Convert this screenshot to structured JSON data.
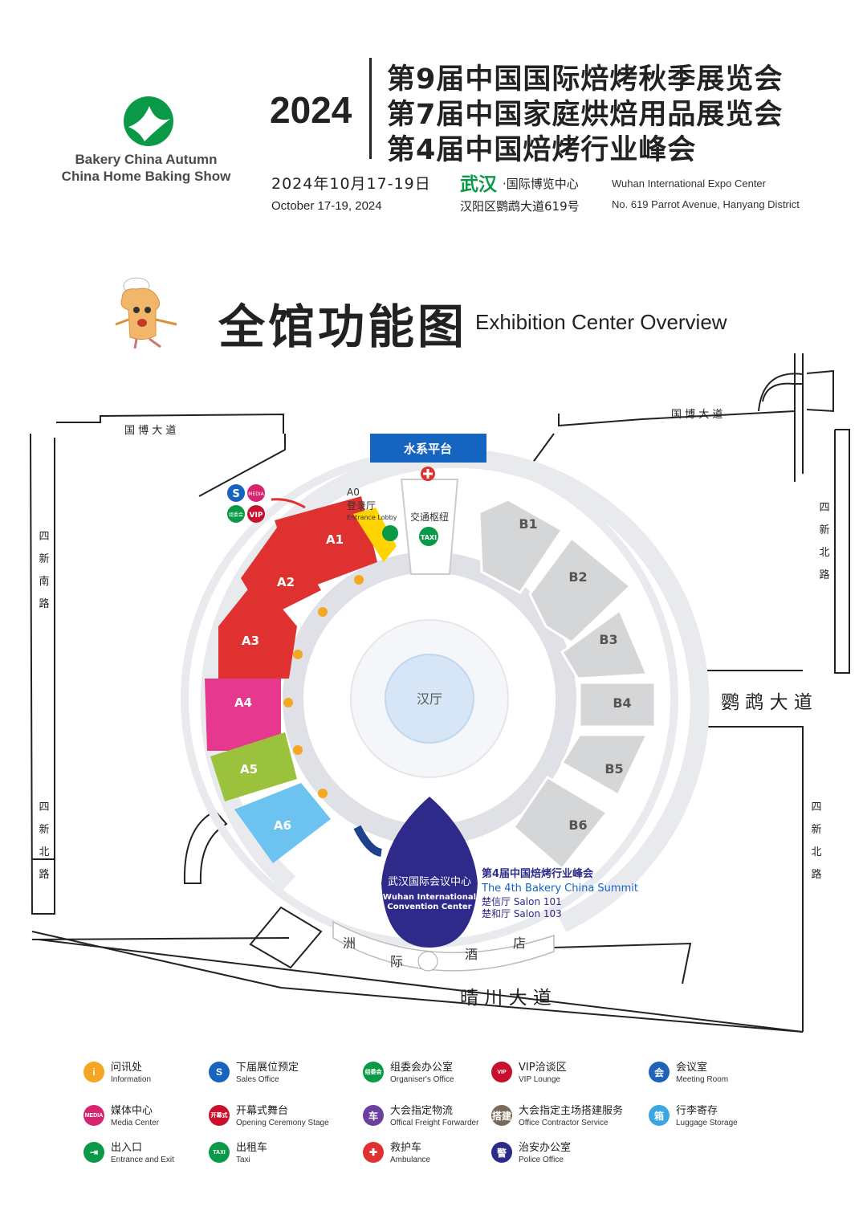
{
  "header": {
    "logo_line1": "Bakery China Autumn",
    "logo_line2": "China Home Baking Show",
    "year": "2024",
    "events": [
      "第9届中国国际焙烤秋季展览会",
      "第7届中国家庭烘焙用品展览会",
      "第4届中国焙烤行业峰会"
    ],
    "date_cn": "2024年10月17-19日",
    "date_en": "October 17-19, 2024",
    "city": "武汉",
    "venue_cn": "·国际博览中心",
    "venue_en": "Wuhan International Expo Center",
    "address_cn": "汉阳区鹦鹉大道619号",
    "address_en": "No. 619 Parrot Avenue, Hanyang District"
  },
  "title": {
    "cn": "全馆功能图",
    "en": "Exhibition Center Overview"
  },
  "map": {
    "roads": {
      "guobo_left": "国 博 大 道",
      "guobo_right": "国 博 大 道",
      "sixin_south": [
        "四",
        "新",
        "南",
        "路"
      ],
      "sixin_north_left": [
        "四",
        "新",
        "北",
        "路"
      ],
      "sixin_north_right_top": [
        "四",
        "新",
        "北",
        "路"
      ],
      "sixin_north_right_bottom": [
        "四",
        "新",
        "北",
        "路"
      ],
      "yingwu": "鹦 鹉 大 道",
      "qingchuan": "晴 川 大 道"
    },
    "water_platform": "水系平台",
    "a0": "A0",
    "lobby_cn": "登录厅",
    "lobby_en": "Entrance Lobby",
    "transport_hub": "交通枢纽",
    "taxi": "TAXI",
    "center_hall": "汉厅",
    "halls_a": [
      "A1",
      "A2",
      "A3",
      "A4",
      "A5",
      "A6"
    ],
    "halls_b": [
      "B1",
      "B2",
      "B3",
      "B4",
      "B5",
      "B6"
    ],
    "convention_cn": "武汉国际会议中心",
    "convention_en_1": "Wuhan International",
    "convention_en_2": "Convention Center",
    "summit_cn": "第4届中国焙烤行业峰会",
    "summit_en": "The 4th Bakery China Summit",
    "salon1": "楚信厅 Salon 101",
    "salon2": "楚和厅 Salon 103",
    "hotel": [
      "洲",
      "际",
      "酒",
      "店"
    ],
    "icon_s": "S",
    "icon_media": "MEDIA",
    "icon_org": "组委会",
    "icon_vip": "VIP",
    "colors": {
      "A1": "#e03131",
      "A4": "#e6388f",
      "A5": "#9ac23c",
      "A6": "#6cc3ef",
      "blue": "#1565c0",
      "convention": "#2e2a8a",
      "green": "#0a9a47",
      "gray": "#cfcfcf"
    }
  },
  "legend": [
    {
      "cn": "问讯处",
      "en": "Information",
      "icon": "i",
      "color": "#f5a623"
    },
    {
      "cn": "下届展位预定",
      "en": "Sales Office",
      "icon": "S",
      "color": "#1565c0"
    },
    {
      "cn": "组委会办公室",
      "en": "Organiser's Office",
      "icon": "组委会",
      "color": "#0a9a47"
    },
    {
      "cn": "VIP洽谈区",
      "en": "VIP Lounge",
      "icon": "VIP",
      "color": "#c8102e"
    },
    {
      "cn": "会议室",
      "en": "Meeting Room",
      "icon": "会",
      "color": "#1e63b8"
    },
    {
      "cn": "媒体中心",
      "en": "Media Center",
      "icon": "MEDIA",
      "color": "#d6246e"
    },
    {
      "cn": "开幕式舞台",
      "en": "Opening Ceremony Stage",
      "icon": "开幕式",
      "color": "#c8102e"
    },
    {
      "cn": "大会指定物流",
      "en": "Offical Freight Forwarder",
      "icon": "车",
      "color": "#6a3fa0"
    },
    {
      "cn": "大会指定主场搭建服务",
      "en": "Office Contractor Service",
      "icon": "搭建",
      "color": "#7a6a5a"
    },
    {
      "cn": "行李寄存",
      "en": "Luggage Storage",
      "icon": "箱",
      "color": "#3aa7e0"
    },
    {
      "cn": "出入口",
      "en": "Entrance and Exit",
      "icon": "⇥",
      "color": "#0a9a47"
    },
    {
      "cn": "出租车",
      "en": "Taxi",
      "icon": "TAXI",
      "color": "#0a9a47"
    },
    {
      "cn": "救护车",
      "en": "Ambulance",
      "icon": "✚",
      "color": "#e03131"
    },
    {
      "cn": "治安办公室",
      "en": "Police Office",
      "icon": "警",
      "color": "#2e2a8a"
    }
  ]
}
